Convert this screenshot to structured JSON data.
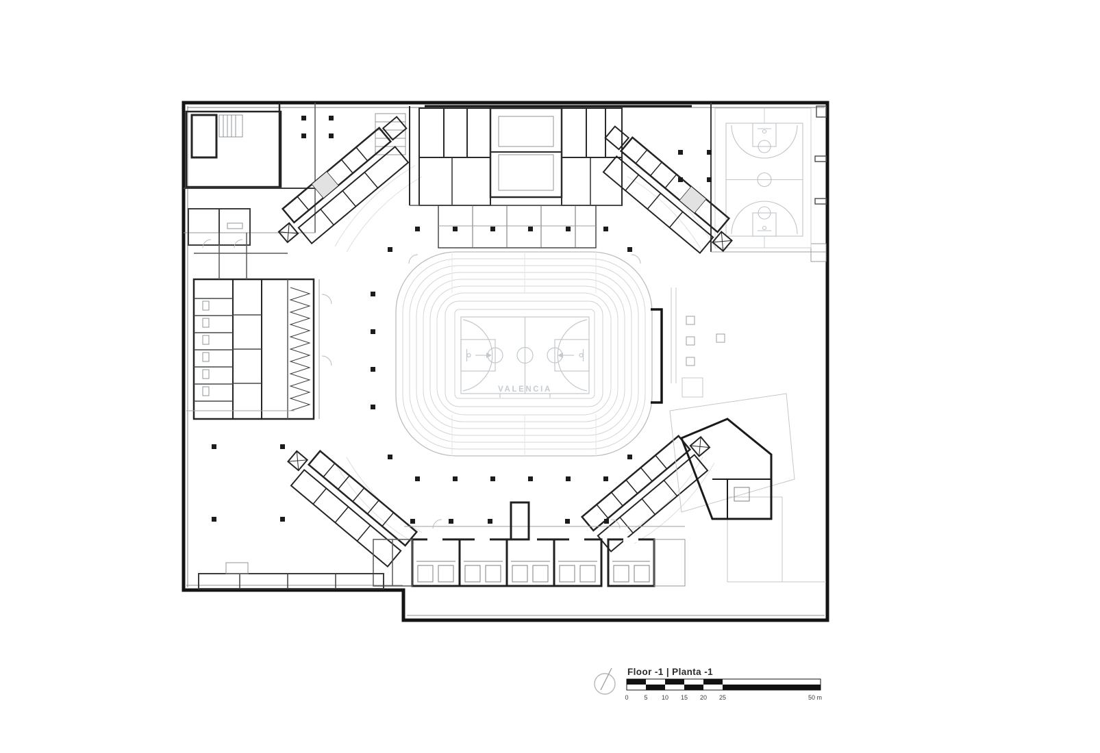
{
  "plan": {
    "court_label": "VALENCIA"
  },
  "footer": {
    "title": "Floor -1 | Planta -1",
    "north_icon": "north-arrow-icon",
    "scale": {
      "ticks": [
        "0",
        "5",
        "10",
        "15",
        "20",
        "25"
      ],
      "end_label": "50 m"
    }
  },
  "colors": {
    "wall_dark": "#1a1a1a",
    "wall_medium": "#3c3c3c",
    "wall_light": "#8f9498",
    "faint": "#cdd1d4",
    "court_line": "#c3c8cc",
    "text": "#2a2a2a"
  }
}
